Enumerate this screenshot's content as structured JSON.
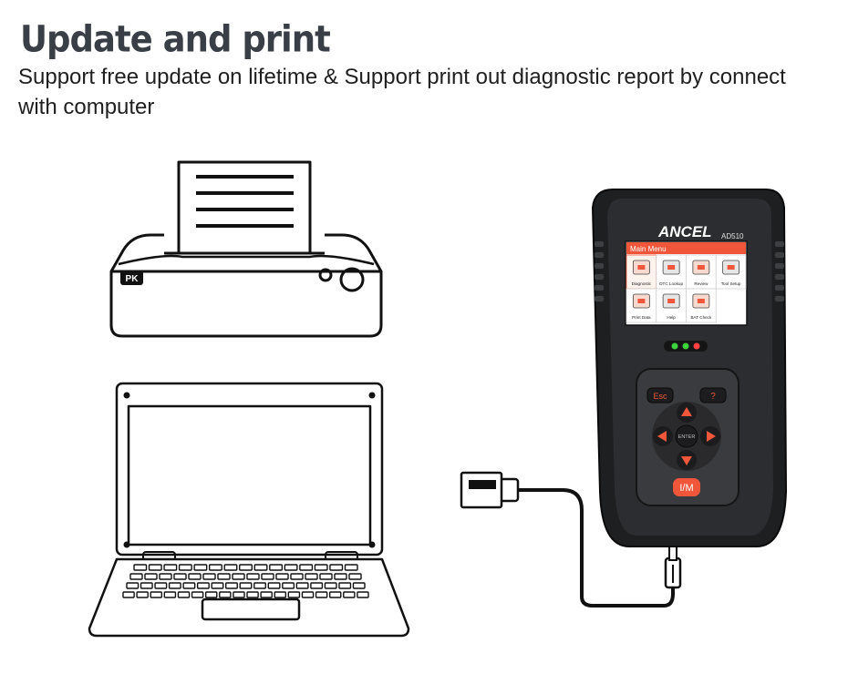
{
  "heading": "Update and  print",
  "description": "Support free update on lifetime & Support print out diagnostic report by connect with computer",
  "printer": {
    "badge": "PK"
  },
  "device": {
    "brand": "ANCEL",
    "model": "AD510",
    "screen_title": "Main Menu",
    "menu_items": [
      {
        "label": "Diagnostic",
        "icon": "obd-connector-icon"
      },
      {
        "label": "DTC Lookup",
        "icon": "magnifier-icon"
      },
      {
        "label": "Review",
        "icon": "video-playback-icon"
      },
      {
        "label": "Tool Setup",
        "icon": "wrench-screwdriver-icon"
      },
      {
        "label": "Print Data",
        "icon": "printer-icon"
      },
      {
        "label": "Help",
        "icon": "help-icon"
      },
      {
        "label": "BAT Check",
        "icon": "battery-icon"
      }
    ],
    "keys": {
      "esc": "Esc",
      "help": "?",
      "enter": "ENTER",
      "im": "I/M"
    },
    "led_colors": [
      "#3cd23c",
      "#3cd23c",
      "#ff4040"
    ]
  },
  "colors": {
    "accent": "#f0573a",
    "device_body": "#2a2b2d"
  }
}
